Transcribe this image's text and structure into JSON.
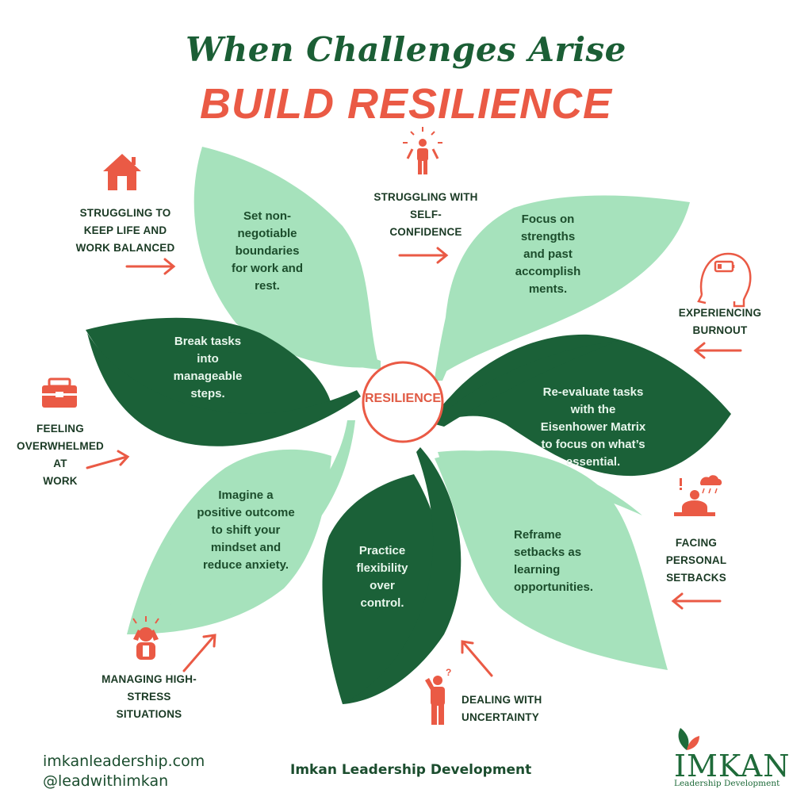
{
  "header": {
    "title_line1": "When Challenges Arise",
    "title_line2": "BUILD RESILIENCE"
  },
  "center": {
    "label": "RESILIENCE"
  },
  "leaves": [
    {
      "id": "boundaries",
      "text": [
        "Set non-",
        "negotiable",
        "boundaries",
        "for work and",
        "rest."
      ]
    },
    {
      "id": "strengths",
      "text": [
        "Focus on",
        "strengths",
        "and past",
        "accomplish",
        "ments."
      ]
    },
    {
      "id": "eisenhower",
      "text": [
        "Re-evaluate tasks",
        "with the",
        "Eisenhower Matrix",
        "to focus on what’s",
        "essential."
      ]
    },
    {
      "id": "reframe",
      "text": [
        "Reframe",
        "setbacks as",
        "learning",
        "opportunities."
      ]
    },
    {
      "id": "flexibility",
      "text": [
        "Practice",
        "flexibility",
        "over",
        "control."
      ]
    },
    {
      "id": "positive",
      "text": [
        "Imagine a",
        "positive outcome",
        "to shift your",
        "mindset and",
        "reduce anxiety."
      ]
    },
    {
      "id": "break-tasks",
      "text": [
        "Break tasks",
        "into",
        "manageable",
        "steps."
      ]
    }
  ],
  "challenges": [
    {
      "id": "balance",
      "icon": "house-icon",
      "text": [
        "STRUGGLING TO",
        "KEEP LIFE AND",
        "WORK BALANCED"
      ]
    },
    {
      "id": "confidence",
      "icon": "person-radiating-icon",
      "text": [
        "STRUGGLING WITH",
        "SELF-",
        "CONFIDENCE"
      ]
    },
    {
      "id": "burnout",
      "icon": "head-low-battery-icon",
      "text": [
        "EXPERIENCING",
        "BURNOUT"
      ]
    },
    {
      "id": "setbacks",
      "icon": "stressed-desk-cloud-icon",
      "text": [
        "FACING",
        "PERSONAL",
        "SETBACKS"
      ]
    },
    {
      "id": "uncertainty",
      "icon": "person-question-icon",
      "text": [
        "DEALING WITH",
        "UNCERTAINTY"
      ]
    },
    {
      "id": "stress",
      "icon": "stressed-person-icon",
      "text": [
        "MANAGING HIGH-",
        "STRESS",
        "SITUATIONS"
      ]
    },
    {
      "id": "overwhelmed",
      "icon": "toolbox-icon",
      "text": [
        "FEELING",
        "OVERWHELMED AT",
        "WORK"
      ]
    }
  ],
  "footer": {
    "website": "imkanleadership.com",
    "handle": "@leadwithimkan",
    "org": "Imkan Leadership Development",
    "brand": "IMKAN",
    "brand_sub": "Leadership Development"
  },
  "colors": {
    "dark_green": "#1b6138",
    "light_green": "#a6e2bc",
    "coral": "#ea5a45",
    "title_green": "#1b5e35"
  }
}
